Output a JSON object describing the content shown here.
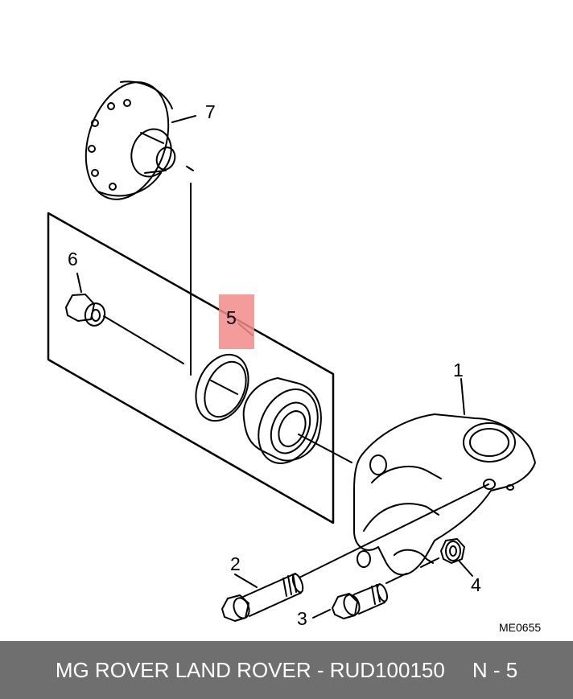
{
  "callouts": {
    "c1": "1",
    "c2": "2",
    "c3": "3",
    "c4": "4",
    "c5": "5",
    "c6": "6",
    "c7": "7"
  },
  "highlight_color": "#f28b8b",
  "reference_code": "ME0655",
  "footer": {
    "title": "MG ROVER LAND ROVER - RUD100150",
    "page": "N - 5",
    "background": "#6f6f6f"
  }
}
